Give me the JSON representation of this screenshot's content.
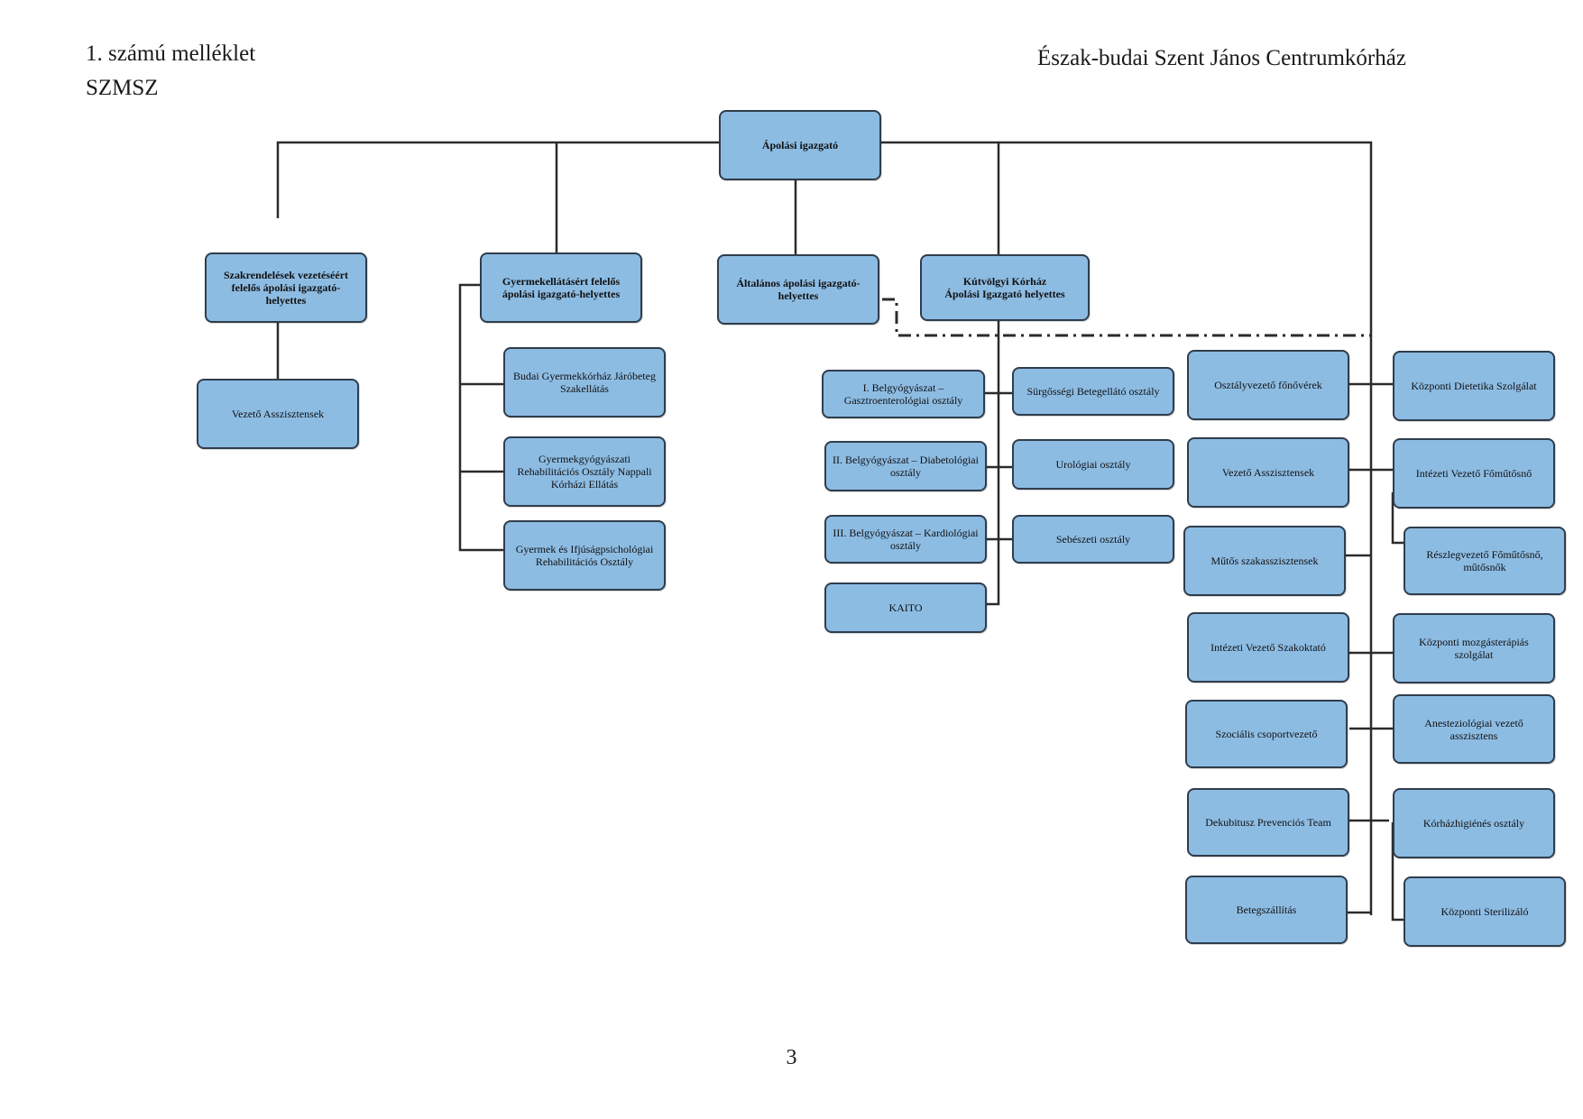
{
  "header": {
    "annex": "1. számú melléklet",
    "doc_code": "SZMSZ",
    "institution": "Észak-budai Szent János Centrumkórház"
  },
  "org_chart": {
    "root": "Ápolási igazgató",
    "deputies": {
      "outpatient": "Szakrendelések vezetéséért felelős ápolási igazgató-helyettes",
      "pediatric": "Gyermekellátásért felelős ápolási igazgató-helyettes",
      "general": "Általános ápolási igazgató-helyettes",
      "kutvolgyi": "Kútvölgyi Kórház\nÁpolási Igazgató helyettes"
    },
    "outpatient_children": [
      "Vezető Asszisztensek"
    ],
    "pediatric_children": [
      "Budai Gyermekkórház Járóbeteg Szakellátás",
      "Gyermekgyógyászati Rehabilitációs Osztály Nappali Kórházi Ellátás",
      "Gyermek és Ifjúságpsichológiai Rehabilitációs Osztály"
    ],
    "kutvolgyi_left": [
      "I. Belgyógyászat – Gasztroenterológiai osztály",
      "II. Belgyógyászat – Diabetológiai osztály",
      "III. Belgyógyászat – Kardiológiai osztály",
      "KAITO"
    ],
    "kutvolgyi_right": [
      "Sürgősségi Betegellátó osztály",
      "Urológiai osztály",
      "Sebészeti osztály"
    ],
    "central_left": [
      "Osztályvezető főnővérek",
      "Vezető Asszisztensek",
      "Műtős szakasszisztensek",
      "Intézeti Vezető Szakoktató",
      "Szociális csoportvezető",
      "Dekubitusz Prevenciós Team",
      "Betegszállítás"
    ],
    "central_right": [
      "Központi Dietetika Szolgálat",
      "Intézeti Vezető Főműtősnő",
      "Részlegvezető Főműtősnő, műtősnők",
      "Központi mozgásterápiás szolgálat",
      "Anesteziológiai vezető asszisztens",
      "Kórházhigiénés osztály",
      "Központi Sterilizáló"
    ]
  },
  "footer": {
    "page_number": "3"
  },
  "colors": {
    "box_fill": "#8dbce3",
    "box_border": "#2f3d4c",
    "line": "#2b2b2b"
  }
}
